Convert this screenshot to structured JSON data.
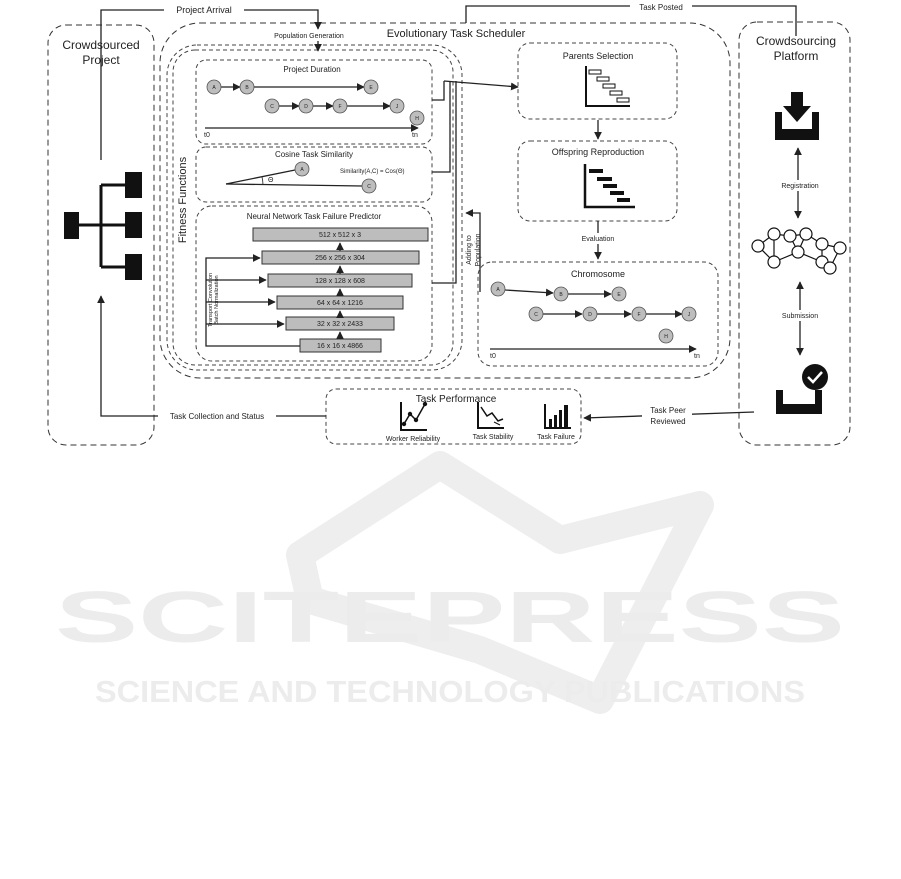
{
  "labels": {
    "crowdsourced_project": [
      "Crowdsourced",
      "Project"
    ],
    "crowdsourcing_platform": [
      "Crowdsourcing",
      "Platform"
    ],
    "evolutionary_scheduler": "Evolutionary Task Scheduler",
    "project_arrival": "Project Arrival",
    "task_posted": "Task Posted",
    "population_generation": "Population Generation",
    "fitness_functions": "Fitness Functions",
    "project_duration": "Project Duration",
    "cosine_similarity": "Cosine Task Similarity",
    "similarity_formula": "Similarity(A,C) = Cos(Θ)",
    "theta": "Θ",
    "nn_predictor": "Neural Network Task Failure Predictor",
    "transport_conv": [
      "Transport Convolution",
      "Batch Normalization"
    ],
    "parents_selection": "Parents Selection",
    "offspring_reproduction": "Offspring Reproduction",
    "evaluation": "Evaluation",
    "adding_to_population": [
      "Adding to",
      "Population"
    ],
    "chromosome": "Chromosome",
    "task_performance": "Task Performance",
    "worker_reliability": "Worker Reliability",
    "task_stability": "Task Stability",
    "task_failure": "Task Failure",
    "task_collection": "Task Collection and Status",
    "task_peer_reviewed": [
      "Task Peer",
      "Reviewed"
    ],
    "registration": "Registration",
    "submission": "Submission",
    "t0": "t0",
    "tn": "tn"
  },
  "nn_layers": [
    "512 x 512 x 3",
    "256 x 256 x 304",
    "128 x 128 x 608",
    "64 x 64 x 1216",
    "32 x 32 x 2433",
    "16 x 16 x 4866"
  ],
  "duration_nodes": [
    "A",
    "B",
    "E",
    "C",
    "D",
    "F",
    "J",
    "H"
  ],
  "cosine_nodes": [
    "A",
    "C"
  ],
  "chromosome_nodes": [
    "A",
    "B",
    "E",
    "C",
    "D",
    "F",
    "J",
    "H"
  ],
  "watermark": [
    "SCITEPRESS",
    "SCIENCE AND TECHNOLOGY PUBLICATIONS"
  ],
  "colors": {
    "line": "#222222",
    "node_fill": "#bdbdbd",
    "icon": "#111111",
    "watermark": "#ececec"
  }
}
